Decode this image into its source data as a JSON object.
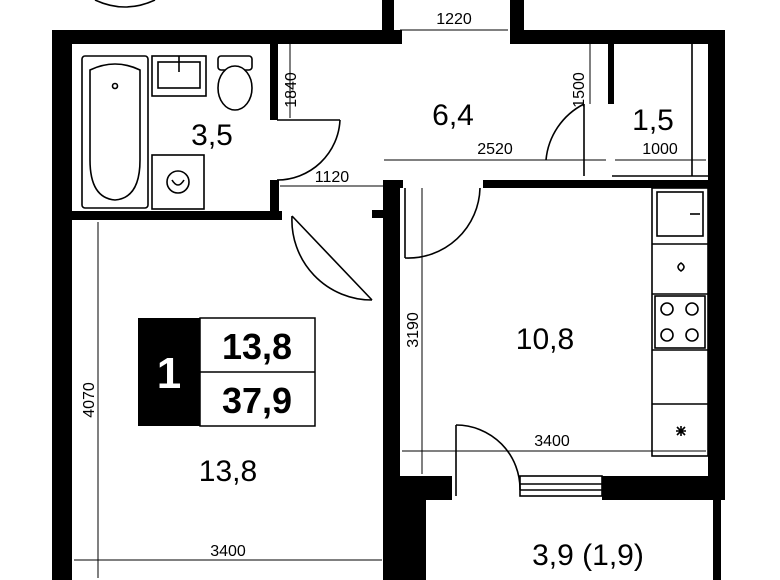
{
  "apartment": {
    "rooms": "1",
    "living_area": "13,8",
    "total_area": "37,9"
  },
  "rooms": {
    "bathroom": "3,5",
    "hall": "6,4",
    "closet": "1,5",
    "kitchen": "10,8",
    "bedroom": "13,8",
    "balcony": "3,9 (1,9)"
  },
  "dimensions": {
    "entry_width": "1220",
    "bath_height": "1840",
    "closet_height": "1500",
    "hall_width": "2520",
    "closet_width": "1000",
    "bath_door_width": "1120",
    "kitchen_height": "3190",
    "kitchen_width": "3400",
    "bedroom_height": "4070",
    "bedroom_width": "3400"
  },
  "colors": {
    "wall": "#000000",
    "background": "#ffffff"
  }
}
